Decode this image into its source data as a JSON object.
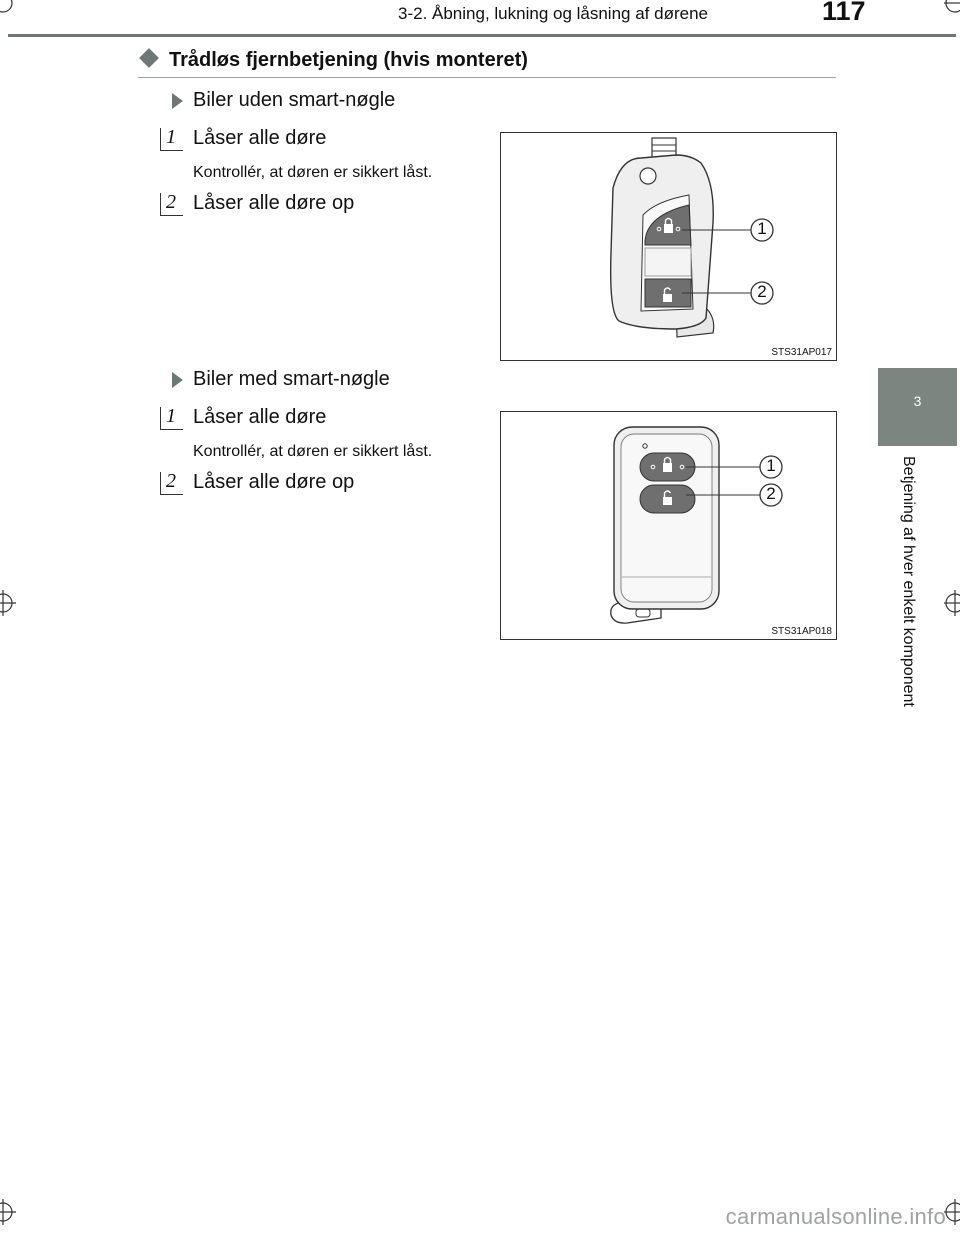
{
  "header": {
    "title": "3-2. Åbning, lukning og låsning af dørene",
    "page_number": "117"
  },
  "side_tab": {
    "chapter_number": "3",
    "chapter_title": "Betjening af hver enkelt komponent"
  },
  "section": {
    "title": "Trådløs fjernbetjening (hvis monteret)"
  },
  "blocks": [
    {
      "subtitle": "Biler uden smart-nøgle",
      "steps": [
        {
          "num": "1",
          "text": "Låser alle døre",
          "note": "Kontrollér, at døren er sikkert låst."
        },
        {
          "num": "2",
          "text": "Låser alle døre op",
          "note": ""
        }
      ],
      "figure": {
        "code": "STS31AP017",
        "callouts": [
          "1",
          "2"
        ]
      }
    },
    {
      "subtitle": "Biler med smart-nøgle",
      "steps": [
        {
          "num": "1",
          "text": "Låser alle døre",
          "note": "Kontrollér, at døren er sikkert låst."
        },
        {
          "num": "2",
          "text": "Låser alle døre op",
          "note": ""
        }
      ],
      "figure": {
        "code": "STS31AP018",
        "callouts": [
          "1",
          "2"
        ]
      }
    }
  ],
  "watermark": "carmanualsonline.info"
}
